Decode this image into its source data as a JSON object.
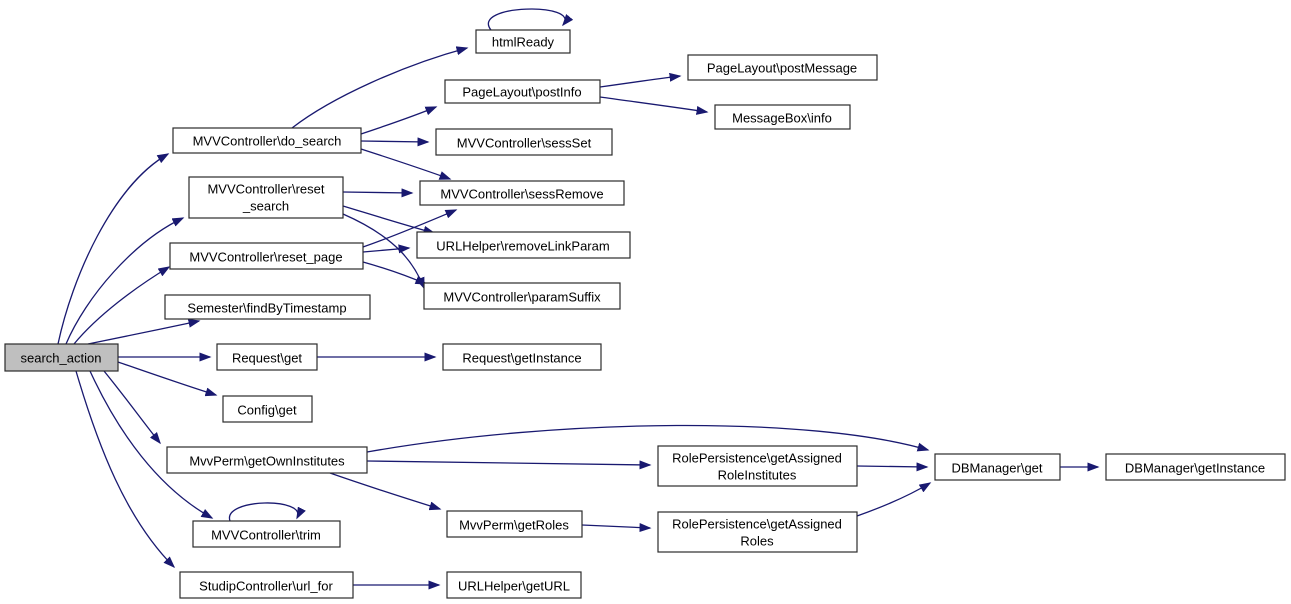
{
  "diagram": {
    "type": "call-graph",
    "colors": {
      "background": "#ffffff",
      "edge": "#191970",
      "node_border": "#2b2b2b",
      "node_fill": "#ffffff",
      "root_node_fill": "#bfbfbf",
      "text": "#000000"
    },
    "nodes": [
      {
        "id": "search-action",
        "label": "search_action"
      },
      {
        "id": "htmlready",
        "label": "htmlReady"
      },
      {
        "id": "pagelayout-postinfo",
        "label": "PageLayout\\postInfo"
      },
      {
        "id": "pagelayout-postmessage",
        "label": "PageLayout\\postMessage"
      },
      {
        "id": "messagebox-info",
        "label": "MessageBox\\info"
      },
      {
        "id": "mvvcontroller-do-search",
        "label": "MVVController\\do_search"
      },
      {
        "id": "mvvcontroller-sessset",
        "label": "MVVController\\sessSet"
      },
      {
        "id": "mvvcontroller-reset-search",
        "label": "MVVController\\reset_search",
        "lines": [
          "MVVController\\reset",
          "_search"
        ]
      },
      {
        "id": "mvvcontroller-sessremove",
        "label": "MVVController\\sessRemove"
      },
      {
        "id": "mvvcontroller-reset-page",
        "label": "MVVController\\reset_page"
      },
      {
        "id": "urlhelper-removelinkparam",
        "label": "URLHelper\\removeLinkParam"
      },
      {
        "id": "mvvcontroller-paramsuffix",
        "label": "MVVController\\paramSuffix"
      },
      {
        "id": "semester-findbytimestamp",
        "label": "Semester\\findByTimestamp"
      },
      {
        "id": "request-get",
        "label": "Request\\get"
      },
      {
        "id": "request-getinstance",
        "label": "Request\\getInstance"
      },
      {
        "id": "config-get",
        "label": "Config\\get"
      },
      {
        "id": "mvvperm-getowninstitutes",
        "label": "MvvPerm\\getOwnInstitutes"
      },
      {
        "id": "mvvcontroller-trim",
        "label": "MVVController\\trim"
      },
      {
        "id": "studipcontroller-url-for",
        "label": "StudipController\\url_for"
      },
      {
        "id": "mvvperm-getroles",
        "label": "MvvPerm\\getRoles"
      },
      {
        "id": "rolepersistence-getassignedroleinstitutes",
        "label": "RolePersistence\\getAssignedRoleInstitutes",
        "lines": [
          "RolePersistence\\getAssigned",
          "RoleInstitutes"
        ]
      },
      {
        "id": "rolepersistence-getassignedroles",
        "label": "RolePersistence\\getAssignedRoles",
        "lines": [
          "RolePersistence\\getAssigned",
          "Roles"
        ]
      },
      {
        "id": "urlhelper-geturl",
        "label": "URLHelper\\getURL"
      },
      {
        "id": "dbmanager-get",
        "label": "DBManager\\get"
      },
      {
        "id": "dbmanager-getinstance",
        "label": "DBManager\\getInstance"
      }
    ],
    "edges": [
      {
        "from": "search-action",
        "to": "mvvcontroller-do-search"
      },
      {
        "from": "search-action",
        "to": "mvvcontroller-reset-search"
      },
      {
        "from": "search-action",
        "to": "mvvcontroller-reset-page"
      },
      {
        "from": "search-action",
        "to": "semester-findbytimestamp"
      },
      {
        "from": "search-action",
        "to": "request-get"
      },
      {
        "from": "search-action",
        "to": "config-get"
      },
      {
        "from": "search-action",
        "to": "mvvperm-getowninstitutes"
      },
      {
        "from": "search-action",
        "to": "mvvcontroller-trim"
      },
      {
        "from": "search-action",
        "to": "studipcontroller-url-for"
      },
      {
        "from": "mvvcontroller-do-search",
        "to": "htmlready"
      },
      {
        "from": "mvvcontroller-do-search",
        "to": "pagelayout-postinfo"
      },
      {
        "from": "mvvcontroller-do-search",
        "to": "mvvcontroller-sessset"
      },
      {
        "from": "mvvcontroller-do-search",
        "to": "mvvcontroller-sessremove"
      },
      {
        "from": "pagelayout-postinfo",
        "to": "pagelayout-postmessage"
      },
      {
        "from": "pagelayout-postinfo",
        "to": "messagebox-info"
      },
      {
        "from": "htmlready",
        "to": "htmlready"
      },
      {
        "from": "mvvcontroller-reset-search",
        "to": "mvvcontroller-sessremove"
      },
      {
        "from": "mvvcontroller-reset-search",
        "to": "urlhelper-removelinkparam"
      },
      {
        "from": "mvvcontroller-reset-search",
        "to": "mvvcontroller-paramsuffix"
      },
      {
        "from": "mvvcontroller-reset-page",
        "to": "mvvcontroller-sessremove"
      },
      {
        "from": "mvvcontroller-reset-page",
        "to": "urlhelper-removelinkparam"
      },
      {
        "from": "mvvcontroller-reset-page",
        "to": "mvvcontroller-paramsuffix"
      },
      {
        "from": "request-get",
        "to": "request-getinstance"
      },
      {
        "from": "mvvperm-getowninstitutes",
        "to": "dbmanager-get"
      },
      {
        "from": "mvvperm-getowninstitutes",
        "to": "rolepersistence-getassignedroleinstitutes"
      },
      {
        "from": "mvvperm-getowninstitutes",
        "to": "mvvperm-getroles"
      },
      {
        "from": "mvvperm-getroles",
        "to": "rolepersistence-getassignedroles"
      },
      {
        "from": "rolepersistence-getassignedroleinstitutes",
        "to": "dbmanager-get"
      },
      {
        "from": "rolepersistence-getassignedroles",
        "to": "dbmanager-get"
      },
      {
        "from": "dbmanager-get",
        "to": "dbmanager-getinstance"
      },
      {
        "from": "mvvcontroller-trim",
        "to": "mvvcontroller-trim"
      },
      {
        "from": "studipcontroller-url-for",
        "to": "urlhelper-geturl"
      }
    ]
  }
}
